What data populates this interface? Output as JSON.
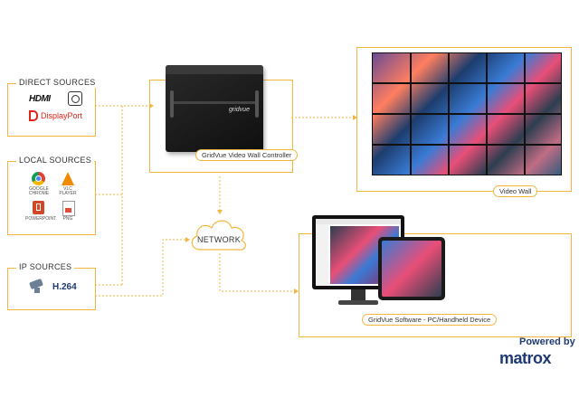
{
  "sources": {
    "direct": {
      "title": "DIRECT SOURCES",
      "hdmi": "HDMI",
      "displayport": "DisplayPort"
    },
    "local": {
      "title": "LOCAL SOURCES",
      "items": [
        {
          "label": "GOOGLE\nCHROME"
        },
        {
          "label": "VLC\nPLAYER"
        },
        {
          "label": "POWERPOINT"
        },
        {
          "label": "PNG"
        }
      ]
    },
    "ip": {
      "title": "IP SOURCES",
      "codec": "H.264"
    }
  },
  "controller": {
    "caption": "GridVue Video Wall Controller",
    "brand": "gridvue"
  },
  "network": {
    "label": "NETWORK"
  },
  "videowall": {
    "caption": "Video Wall"
  },
  "software": {
    "caption": "GridVue Software - PC/Handheld Device"
  },
  "branding": {
    "powered_by": "Powered by",
    "brand": "matrox"
  },
  "colors": {
    "accent": "#F4B63F",
    "displayport_red": "#E2231A",
    "matrox_blue": "#1F3A73"
  }
}
